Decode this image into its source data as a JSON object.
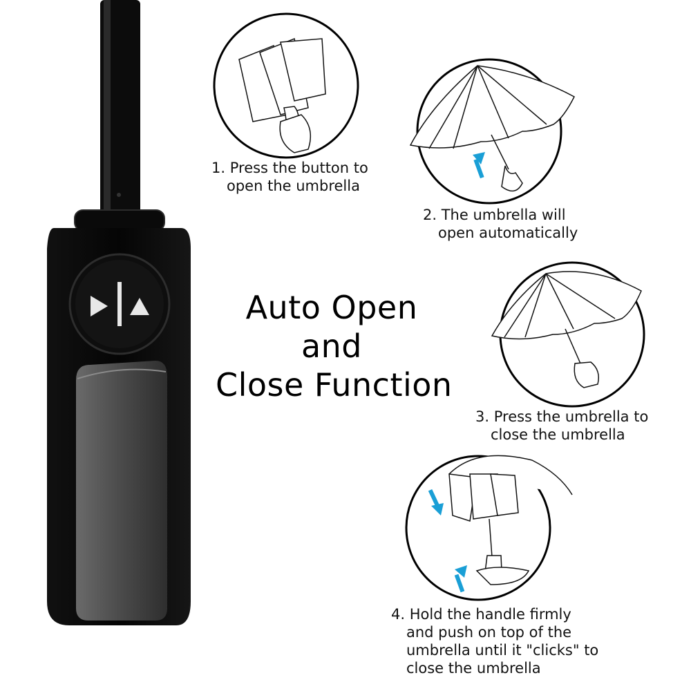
{
  "title": {
    "line1": "Auto Open",
    "line2": "and",
    "line3": "Close Function"
  },
  "steps": [
    {
      "number": "1.",
      "lines": [
        "Press the button to",
        "open the umbrella"
      ]
    },
    {
      "number": "2.",
      "lines": [
        "The umbrella will",
        "open automatically"
      ]
    },
    {
      "number": "3.",
      "lines": [
        "Press the umbrella to",
        "close the umbrella"
      ]
    },
    {
      "number": "4.",
      "lines": [
        "Hold the handle firmly",
        "and push on top of the",
        "umbrella until it \"clicks\" to",
        "close the umbrella"
      ]
    }
  ],
  "colors": {
    "arrow": "#1a9fd6",
    "handle_black": "#0b0b0b",
    "handle_grey": "#4a4a4a"
  },
  "icons": {
    "button_symbol": "open-close-arrows-icon"
  }
}
